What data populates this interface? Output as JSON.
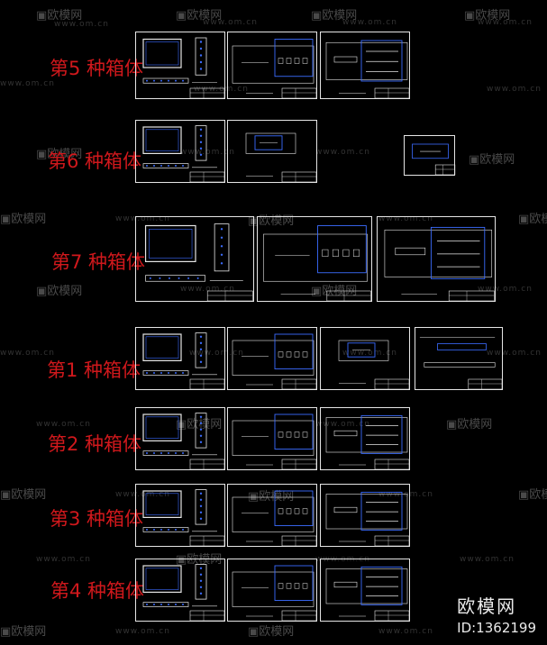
{
  "labels": [
    "第5 种箱体",
    "第6 种箱体",
    "第7 种箱体",
    "第1 种箱体",
    "第2 种箱体",
    "第3 种箱体",
    "第4 种箱体"
  ],
  "watermark": {
    "logo": "欧模网",
    "url": "www.om.cn"
  },
  "brand": {
    "name": "欧模网",
    "id": "ID:1362199"
  },
  "colors": {
    "background": "#000000",
    "label": "#d0181c",
    "line": "#e6e6e6",
    "detail": "#3b6cff"
  }
}
